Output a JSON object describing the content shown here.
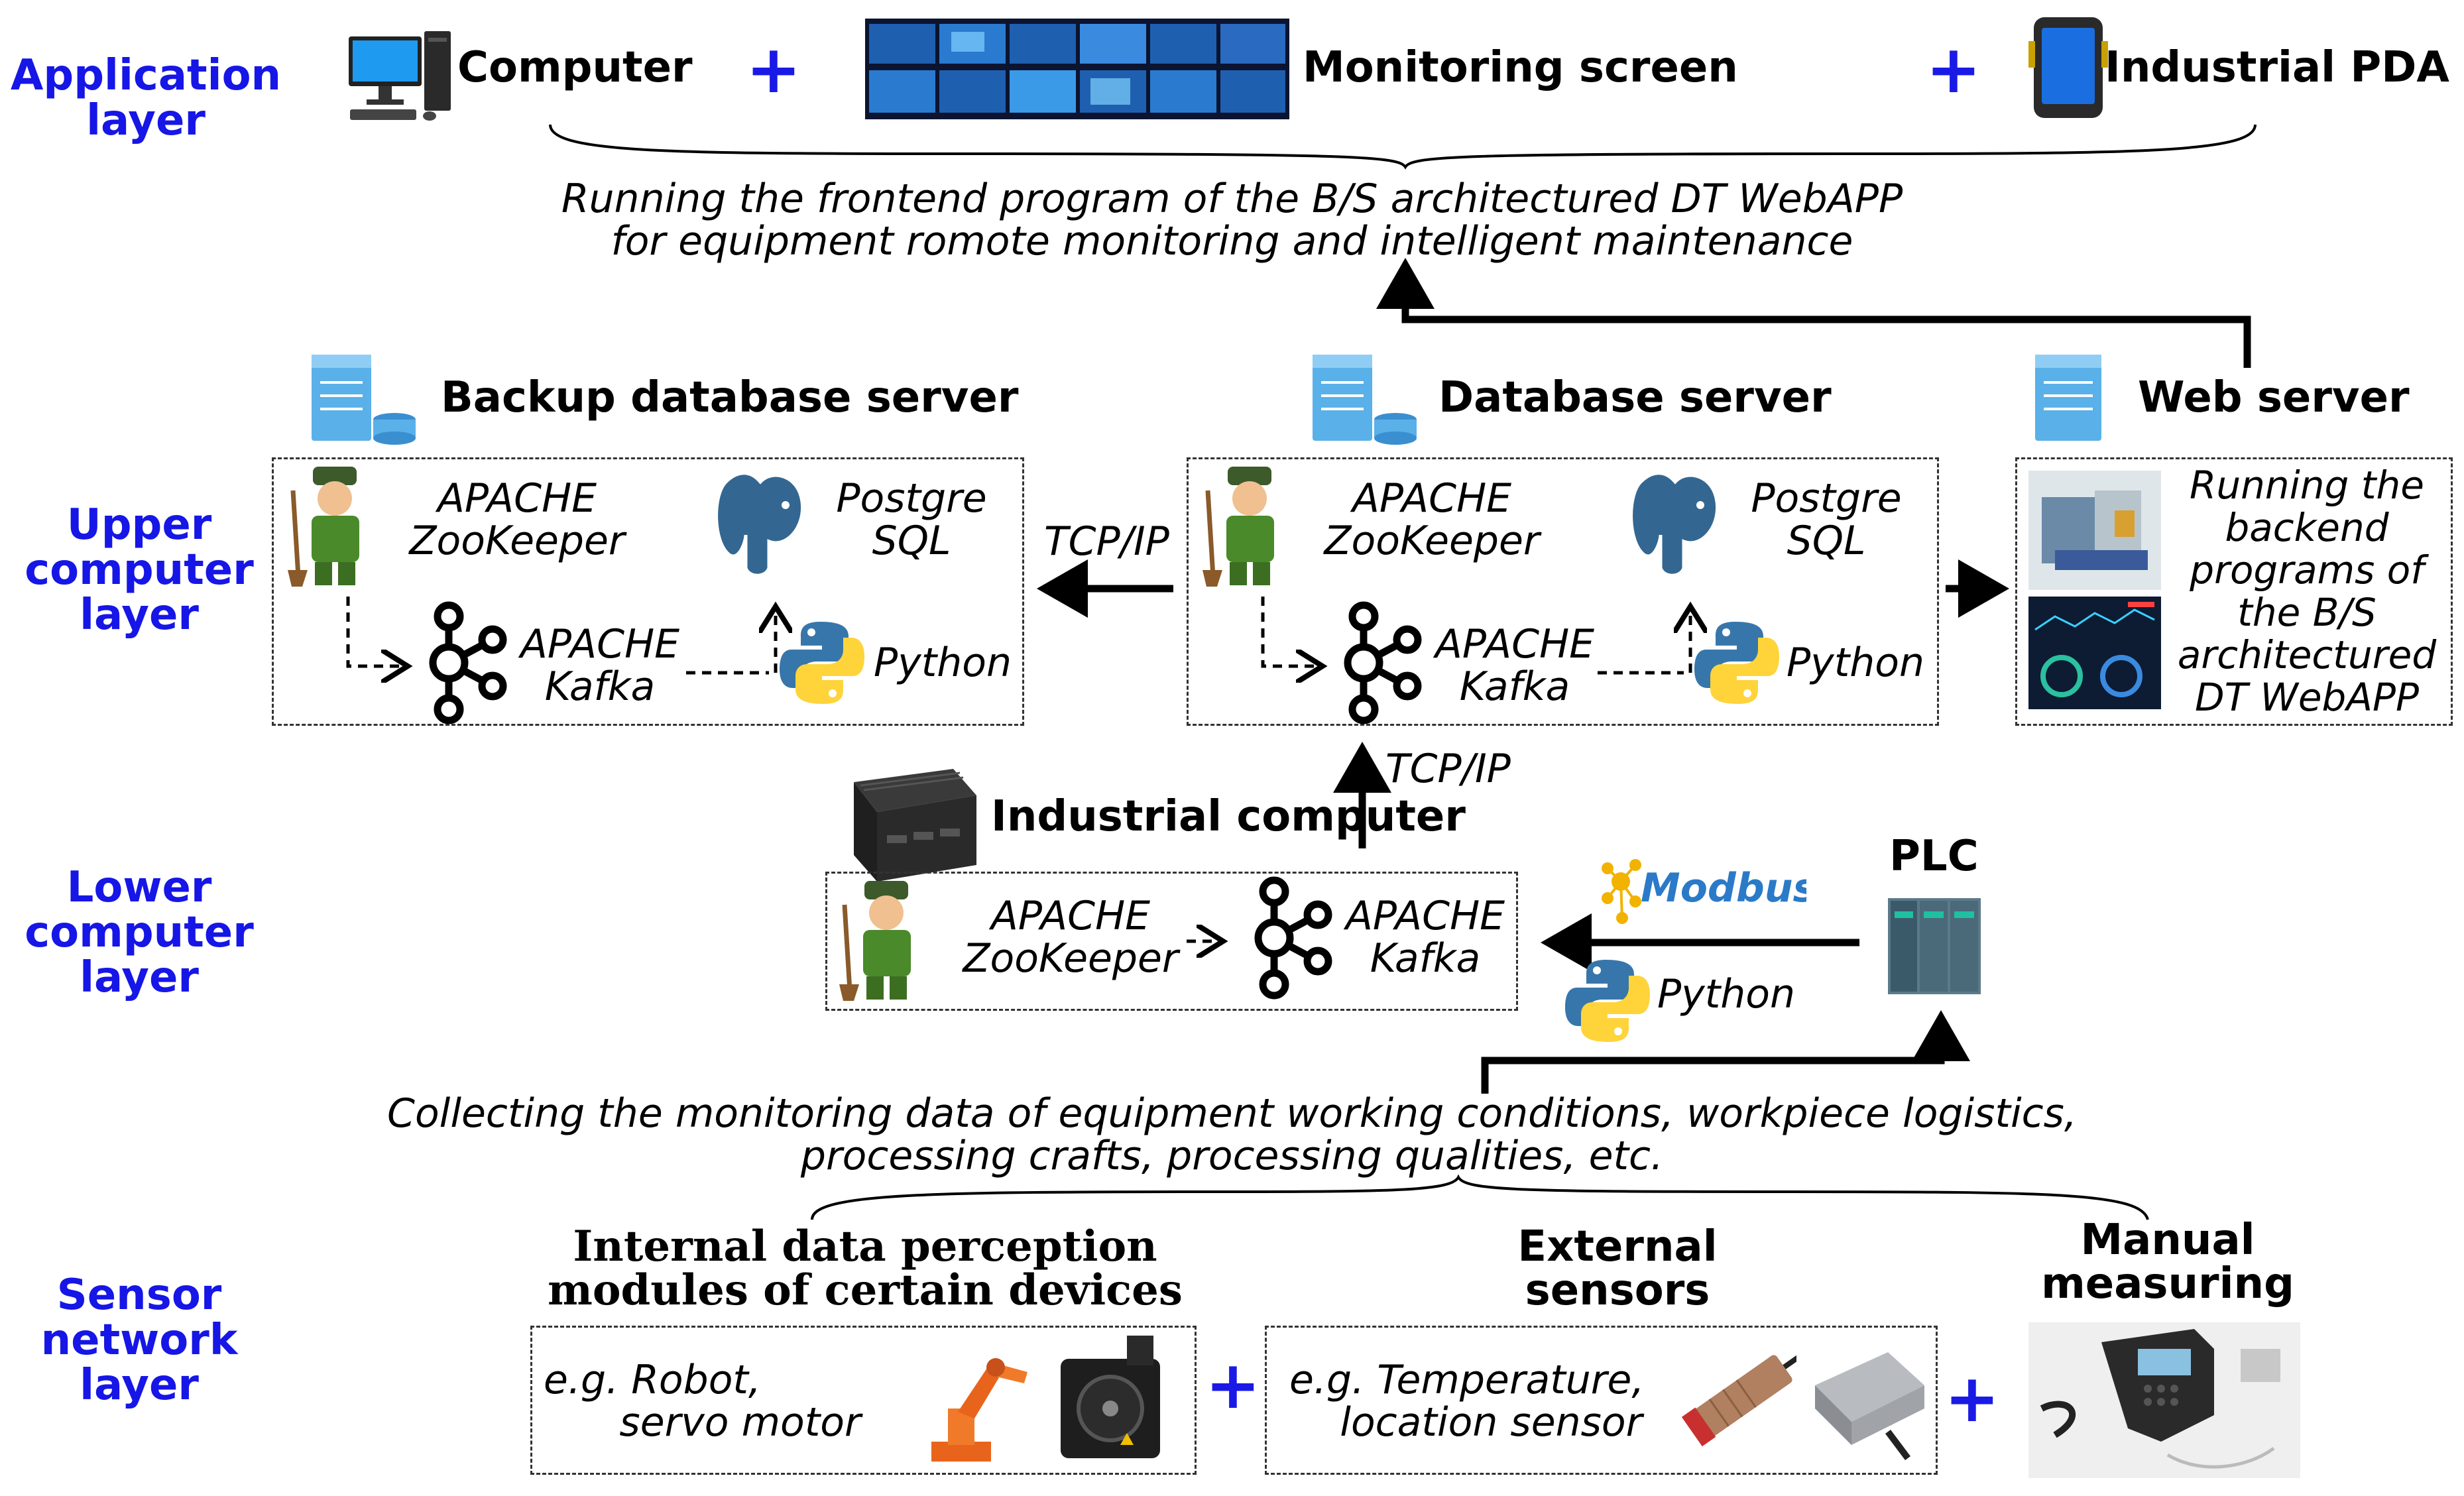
{
  "layers": {
    "application": "Application\nlayer",
    "upper": "Upper\ncomputer\nlayer",
    "lower": "Lower\ncomputer\nlayer",
    "sensor": "Sensor\nnetwork\nlayer"
  },
  "application": {
    "computer": "Computer",
    "monitoring": "Monitoring screen",
    "pda": "Industrial PDA",
    "desc_line1": "Running the frontend program of the B/S architectured DT WebAPP",
    "desc_line2": "for equipment romote monitoring and intelligent maintenance"
  },
  "upper": {
    "backup_title": "Backup database server",
    "db_title": "Database server",
    "web_title": "Web server",
    "zookeeper": "APACHE\nZooKeeper",
    "postgres": "Postgre\nSQL",
    "kafka": "APACHE\nKafka",
    "python": "Python",
    "tcpip": "TCP/IP",
    "web_desc": "Running the\nbackend\nprograms of\nthe B/S\narchitectured\nDT WebAPP"
  },
  "lower": {
    "ipc_title": "Industrial computer",
    "tcpip": "TCP/IP",
    "zookeeper": "APACHE\nZooKeeper",
    "kafka": "APACHE\nKafka",
    "plc": "PLC",
    "modbus": "Modbus",
    "python": "Python",
    "collect_line1": "Collecting the monitoring data of equipment working conditions, workpiece logistics,",
    "collect_line2": "processing crafts, processing qualities, etc."
  },
  "sensor": {
    "internal_title": "Internal data perception\nmodules of certain devices",
    "internal_eg": "e.g. Robot,\n      servo motor",
    "external_title": "External\nsensors",
    "external_eg": "e.g. Temperature,\n    location sensor",
    "manual_title": "Manual\nmeasuring"
  },
  "colors": {
    "layer_label": "#1616e6",
    "plus": "#1a1ae6",
    "postgres": "#336791",
    "python_blue": "#3776ab",
    "python_yellow": "#ffd43b",
    "server": "#5ab0e8",
    "robot": "#e8641c"
  },
  "icons": [
    "computer-icon",
    "monitor-wall-icon",
    "pda-icon",
    "server-icon",
    "zookeeper-icon",
    "kafka-icon",
    "postgresql-icon",
    "python-icon",
    "industrial-pc-icon",
    "plc-icon",
    "modbus-icon",
    "robot-arm-icon",
    "servo-motor-icon",
    "proximity-sensor-icon",
    "temperature-module-icon",
    "handheld-measurer-icon"
  ]
}
